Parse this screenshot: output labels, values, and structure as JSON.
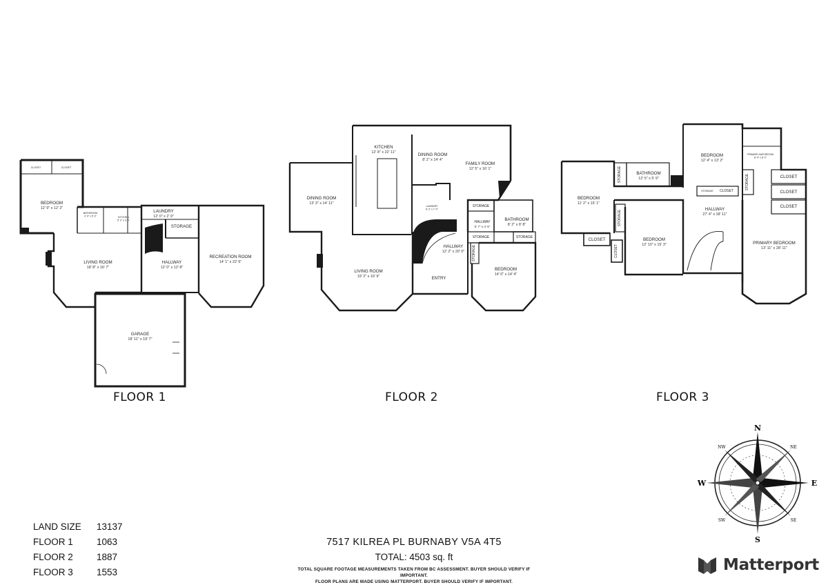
{
  "floors": {
    "floor1": {
      "title": "FLOOR 1",
      "rooms": [
        {
          "name": "CLOSET",
          "dim": "",
          "kind": "tiny",
          "id": "closet-a"
        },
        {
          "name": "CLOSET",
          "dim": "",
          "kind": "tiny",
          "id": "closet-b"
        },
        {
          "name": "BEDROOM",
          "dim": "12' 9\" x 12' 2\"",
          "id": "bedroom"
        },
        {
          "name": "BATHROOM",
          "dim": "4' 9\" x 5' 3\"",
          "kind": "tiny",
          "id": "bathroom"
        },
        {
          "name": "KITCHEN",
          "dim": "5' 2\" x 3' 0\"",
          "kind": "tiny",
          "id": "kitchen"
        },
        {
          "name": "LAUNDRY",
          "dim": "12' 0\" x 2' 9\"",
          "id": "laundry"
        },
        {
          "name": "STORAGE",
          "dim": "",
          "id": "storage"
        },
        {
          "name": "LIVING ROOM",
          "dim": "18' 8\" x 16' 7\"",
          "id": "living-room"
        },
        {
          "name": "HALLWAY",
          "dim": "12' 0\" x 12' 8\"",
          "id": "hallway"
        },
        {
          "name": "RECREATION ROOM",
          "dim": "14' 1\" x 22' 6\"",
          "id": "recreation-room"
        },
        {
          "name": "GARAGE",
          "dim": "18' 11\" x 19' 7\"",
          "id": "garage"
        }
      ]
    },
    "floor2": {
      "title": "FLOOR 2",
      "rooms": [
        {
          "name": "KITCHEN",
          "dim": "12' 8\" x 22' 11\"",
          "id": "kitchen"
        },
        {
          "name": "DINING ROOM",
          "dim": "8' 2\" x 14' 4\"",
          "id": "dining-room-inner"
        },
        {
          "name": "FAMILY ROOM",
          "dim": "12' 5\" x 16' 1\"",
          "id": "family-room"
        },
        {
          "name": "DINING ROOM",
          "dim": "13' 3\" x 14' 11\"",
          "id": "dining-room"
        },
        {
          "name": "LAUNDRY",
          "dim": "6' 2\" x 7' 0\"",
          "kind": "tiny",
          "id": "laundry"
        },
        {
          "name": "STORAGE",
          "dim": "",
          "kind": "small",
          "id": "storage-a"
        },
        {
          "name": "HALLWAY",
          "dim": "5' 7\" x 4' 6\"",
          "kind": "small",
          "id": "hallway-small"
        },
        {
          "name": "BATHROOM",
          "dim": "8' 2\" x 8' 8\"",
          "id": "bathroom"
        },
        {
          "name": "STORAGE",
          "dim": "",
          "kind": "small",
          "id": "storage-b"
        },
        {
          "name": "STORAGE",
          "dim": "",
          "kind": "small",
          "id": "storage-c"
        },
        {
          "name": "HALLWAY",
          "dim": "12' 2\" x 20' 0\"",
          "id": "hallway"
        },
        {
          "name": "STORAGE",
          "dim": "",
          "kind": "vertical",
          "id": "storage-d"
        },
        {
          "name": "LIVING ROOM",
          "dim": "19' 2\" x 16' 9\"",
          "id": "living-room"
        },
        {
          "name": "ENTRY",
          "dim": "",
          "id": "entry"
        },
        {
          "name": "BEDROOM",
          "dim": "14' 0\" x 14' 4\"",
          "id": "bedroom"
        }
      ]
    },
    "floor3": {
      "title": "FLOOR 3",
      "rooms": [
        {
          "name": "BEDROOM",
          "dim": "12' 4\" x 13' 2\"",
          "id": "bedroom-top"
        },
        {
          "name": "PRIMARY BATHROOM",
          "dim": "8' 4\" x 8' 3\"",
          "kind": "tiny",
          "id": "primary-bathroom"
        },
        {
          "name": "STORAGE",
          "dim": "",
          "kind": "vertical",
          "id": "storage-a"
        },
        {
          "name": "BATHROOM",
          "dim": "12' 5\" x 5' 9\"",
          "id": "bathroom"
        },
        {
          "name": "BEDROOM",
          "dim": "11' 2\" x 15' 1\"",
          "id": "bedroom-left"
        },
        {
          "name": "STORAGE",
          "dim": "",
          "kind": "tiny",
          "id": "storage-b"
        },
        {
          "name": "CLOSET",
          "dim": "",
          "kind": "small",
          "id": "closet-a"
        },
        {
          "name": "STORAGE",
          "dim": "",
          "kind": "vertical",
          "id": "storage-c"
        },
        {
          "name": "CLOSET",
          "dim": "",
          "id": "closet-b"
        },
        {
          "name": "CLOSET",
          "dim": "",
          "id": "closet-c"
        },
        {
          "name": "CLOSET",
          "dim": "",
          "id": "closet-d"
        },
        {
          "name": "HALLWAY",
          "dim": "27' 4\" x 18' 11\"",
          "id": "hallway"
        },
        {
          "name": "STORAGE",
          "dim": "",
          "kind": "vertical",
          "id": "storage-d"
        },
        {
          "name": "CLOSET",
          "dim": "",
          "id": "closet-e"
        },
        {
          "name": "BEDROOM",
          "dim": "12' 10\" x 15' 3\"",
          "id": "bedroom-mid"
        },
        {
          "name": "CLOSET",
          "dim": "",
          "kind": "vertical",
          "id": "closet-f"
        },
        {
          "name": "PRIMARY BEDROOM",
          "dim": "13' 11\" x 28' 11\"",
          "id": "primary-bedroom"
        }
      ]
    }
  },
  "stats": [
    {
      "label": "LAND SIZE",
      "value": "13137"
    },
    {
      "label": "FLOOR 1",
      "value": "1063"
    },
    {
      "label": "FLOOR 2",
      "value": "1887"
    },
    {
      "label": "FLOOR 3",
      "value": "1553"
    }
  ],
  "address": "7517 KILREA PL BURNABY V5A 4T5",
  "total": "TOTAL: 4503 sq. ft",
  "disclaimer_1": "TOTAL SQUARE FOOTAGE MEASUREMENTS TAKEN FROM BC ASSESSMENT. BUYER SHOULD VERIFY IF IMPORTANT.",
  "disclaimer_2": "FLOOR PLANS ARE MADE USING MATTERPORT. BUYER SHOULD VERIFY IF IMPORTANT.",
  "compass": {
    "n": "N",
    "s": "S",
    "e": "E",
    "w": "W",
    "ne": "NE",
    "nw": "NW",
    "se": "SE",
    "sw": "SW"
  },
  "brand": "Matterport",
  "icons": {
    "logo": "matterport-logo-icon",
    "compass": "compass-rose-icon"
  },
  "colors": {
    "wall": "#1a1a1a",
    "line": "#555555",
    "background": "#ffffff",
    "logo": "#333333"
  }
}
